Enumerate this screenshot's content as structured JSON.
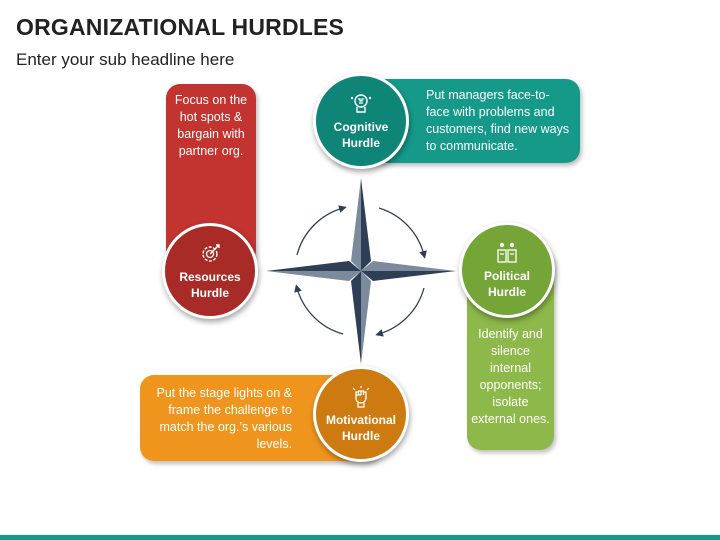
{
  "header": {
    "title": "ORGANIZATIONAL HURDLES",
    "subtitle": "Enter your sub headline here"
  },
  "hurdles": {
    "cognitive": {
      "label": "Cognitive\nHurdle",
      "text": "Put managers face-to-face with problems and customers, find new ways to communicate.",
      "icon": "cognitive-brain-icon",
      "color": "#159a8a"
    },
    "resources": {
      "label": "Resources\nHurdle",
      "text": "Focus on the hot spots & bargain with partner org.",
      "icon": "gear-target-icon",
      "color": "#c3332f"
    },
    "political": {
      "label": "Political\nHurdle",
      "text": "Identify and silence internal opponents; isolate external ones.",
      "icon": "podium-speakers-icon",
      "color": "#8db94a"
    },
    "motivational": {
      "label": "Motivational\nHurdle",
      "text": "Put the stage lights on & frame the challenge to match the org.’s various levels.",
      "icon": "raised-fist-icon",
      "color": "#ef951e"
    }
  },
  "compass": {
    "icon": "compass-star-icon",
    "color": "#2e3f55"
  }
}
